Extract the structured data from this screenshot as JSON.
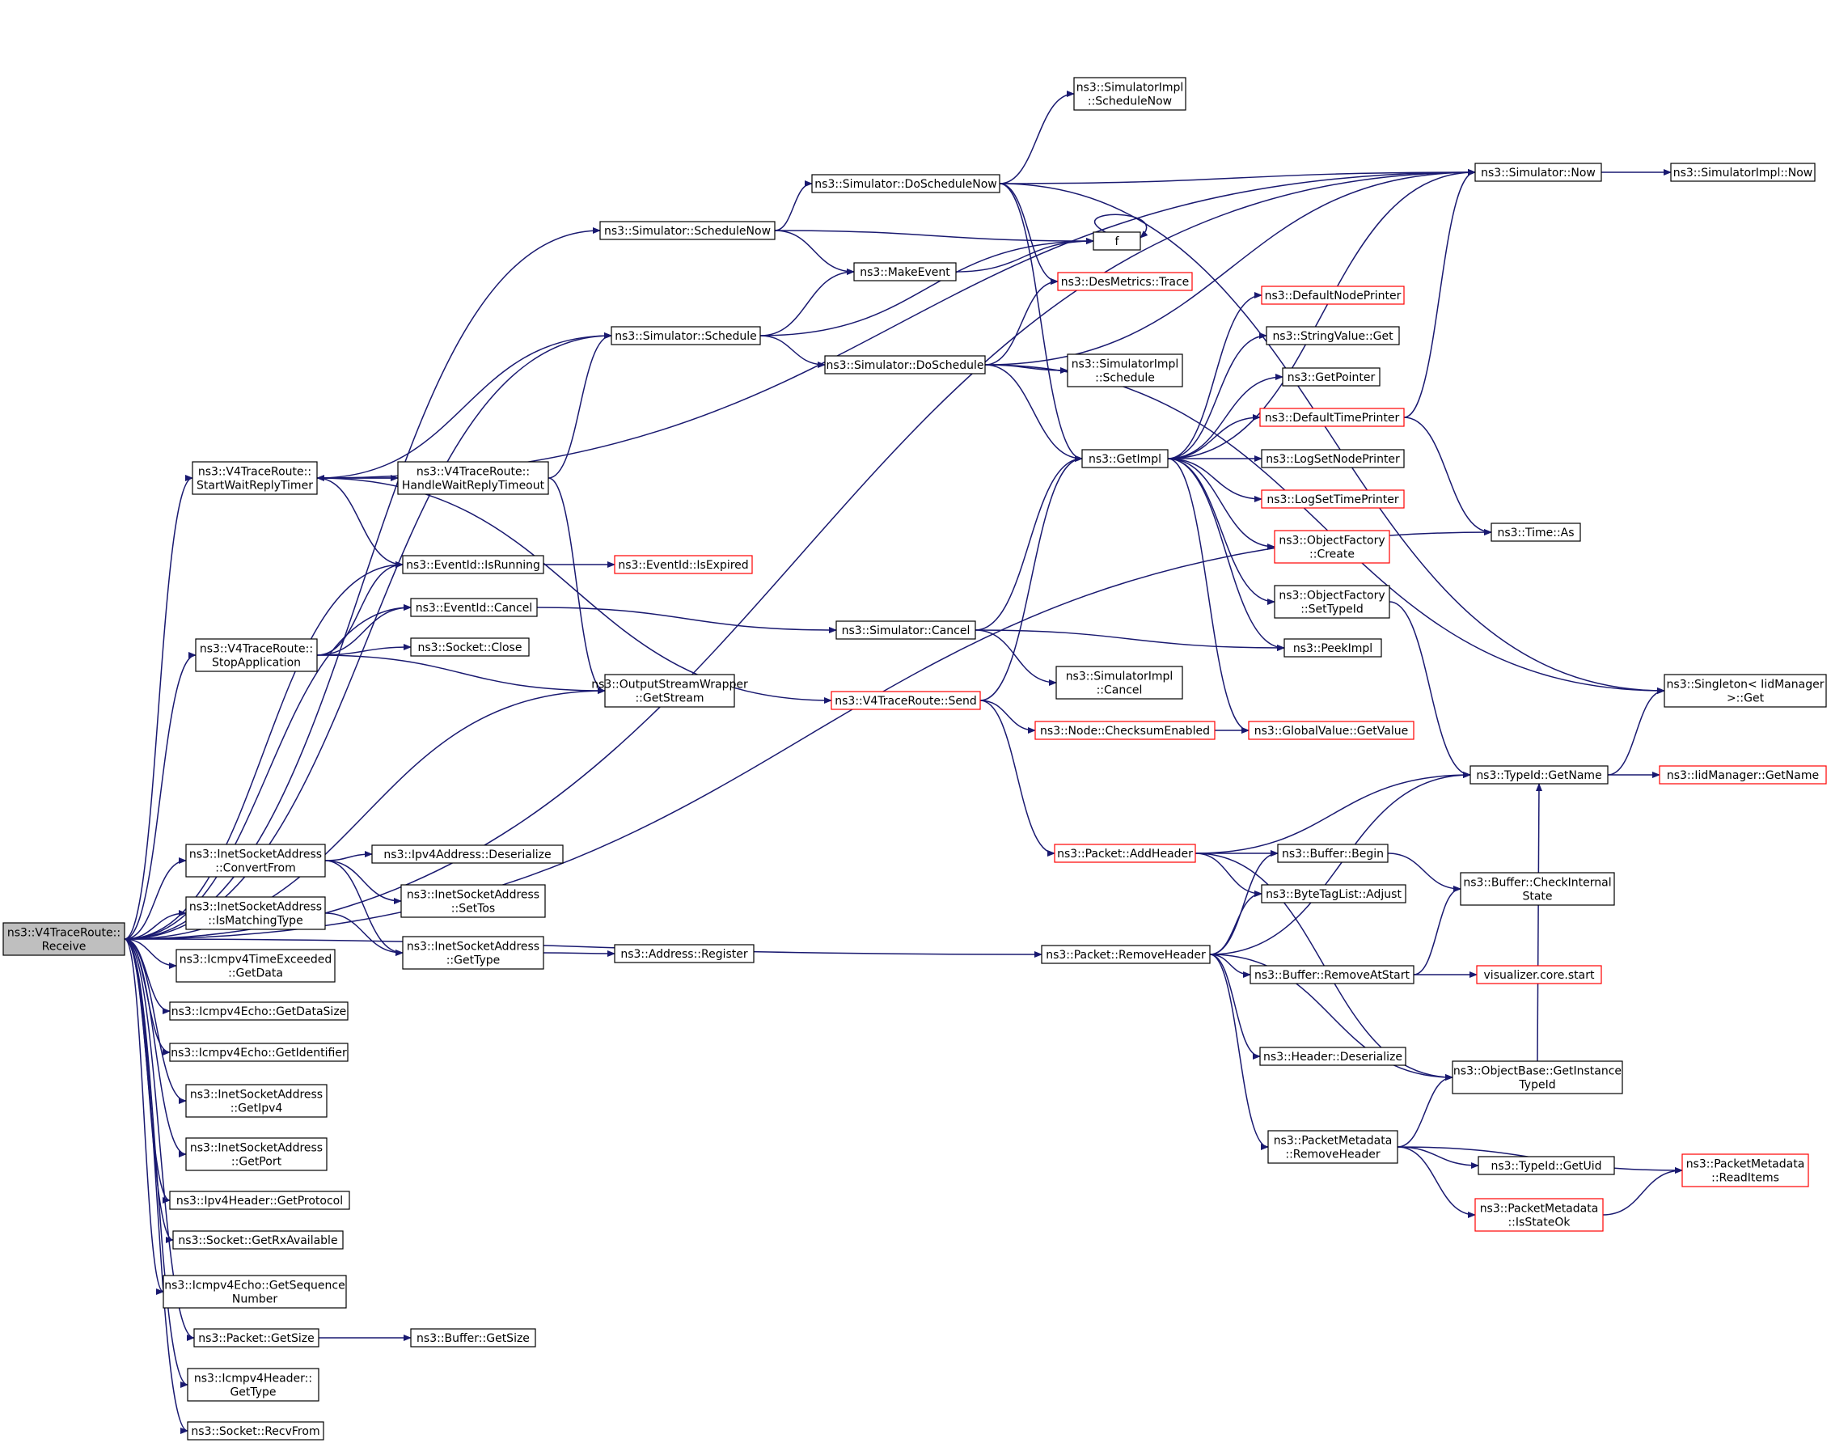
{
  "colors": {
    "edge": "#191970",
    "border_default": "#000000",
    "border_link": "#ff0000",
    "root_fill": "#bfbfbf",
    "node_fill": "#ffffff",
    "text": "#000000"
  },
  "nodes": [
    {
      "id": "root",
      "lines": [
        "ns3::V4TraceRoute::",
        "Receive"
      ],
      "variant": "root"
    },
    {
      "id": "startwait",
      "lines": [
        "ns3::V4TraceRoute::",
        "StartWaitReplyTimer"
      ],
      "variant": "normal"
    },
    {
      "id": "handlewait",
      "lines": [
        "ns3::V4TraceRoute::",
        "HandleWaitReplyTimeout"
      ],
      "variant": "normal"
    },
    {
      "id": "stopapp",
      "lines": [
        "ns3::V4TraceRoute::",
        "StopApplication"
      ],
      "variant": "normal"
    },
    {
      "id": "isrunning",
      "lines": [
        "ns3::EventId::IsRunning"
      ],
      "variant": "normal"
    },
    {
      "id": "isexpired",
      "lines": [
        "ns3::EventId::IsExpired"
      ],
      "variant": "link"
    },
    {
      "id": "evcancel",
      "lines": [
        "ns3::EventId::Cancel"
      ],
      "variant": "normal"
    },
    {
      "id": "sockclose",
      "lines": [
        "ns3::Socket::Close"
      ],
      "variant": "normal"
    },
    {
      "id": "getstream",
      "lines": [
        "ns3::OutputStreamWrapper",
        "::GetStream"
      ],
      "variant": "normal"
    },
    {
      "id": "schednow",
      "lines": [
        "ns3::Simulator::ScheduleNow"
      ],
      "variant": "normal"
    },
    {
      "id": "sched",
      "lines": [
        "ns3::Simulator::Schedule"
      ],
      "variant": "normal"
    },
    {
      "id": "doschednow",
      "lines": [
        "ns3::Simulator::DoScheduleNow"
      ],
      "variant": "normal"
    },
    {
      "id": "implschednow",
      "lines": [
        "ns3::SimulatorImpl",
        "::ScheduleNow"
      ],
      "variant": "normal"
    },
    {
      "id": "makeevent",
      "lines": [
        "ns3::MakeEvent"
      ],
      "variant": "normal"
    },
    {
      "id": "f",
      "lines": [
        "f"
      ],
      "variant": "normal"
    },
    {
      "id": "desmetrics",
      "lines": [
        "ns3::DesMetrics::Trace"
      ],
      "variant": "link"
    },
    {
      "id": "dosched",
      "lines": [
        "ns3::Simulator::DoSchedule"
      ],
      "variant": "normal"
    },
    {
      "id": "implsched",
      "lines": [
        "ns3::SimulatorImpl",
        "::Schedule"
      ],
      "variant": "normal"
    },
    {
      "id": "getimpl",
      "lines": [
        "ns3::GetImpl"
      ],
      "variant": "normal"
    },
    {
      "id": "simnow",
      "lines": [
        "ns3::Simulator::Now"
      ],
      "variant": "normal"
    },
    {
      "id": "implnow",
      "lines": [
        "ns3::SimulatorImpl::Now"
      ],
      "variant": "normal"
    },
    {
      "id": "defnodeprinter",
      "lines": [
        "ns3::DefaultNodePrinter"
      ],
      "variant": "link"
    },
    {
      "id": "strget",
      "lines": [
        "ns3::StringValue::Get"
      ],
      "variant": "normal"
    },
    {
      "id": "getpointer",
      "lines": [
        "ns3::GetPointer"
      ],
      "variant": "normal"
    },
    {
      "id": "deftimeprinter",
      "lines": [
        "ns3::DefaultTimePrinter"
      ],
      "variant": "link"
    },
    {
      "id": "logsetnode",
      "lines": [
        "ns3::LogSetNodePrinter"
      ],
      "variant": "normal"
    },
    {
      "id": "logsettime",
      "lines": [
        "ns3::LogSetTimePrinter"
      ],
      "variant": "link"
    },
    {
      "id": "objcreate",
      "lines": [
        "ns3::ObjectFactory",
        "::Create"
      ],
      "variant": "link"
    },
    {
      "id": "objsettypeid",
      "lines": [
        "ns3::ObjectFactory",
        "::SetTypeId"
      ],
      "variant": "normal"
    },
    {
      "id": "peekimpl",
      "lines": [
        "ns3::PeekImpl"
      ],
      "variant": "normal"
    },
    {
      "id": "simcancel",
      "lines": [
        "ns3::Simulator::Cancel"
      ],
      "variant": "normal"
    },
    {
      "id": "implcancel",
      "lines": [
        "ns3::SimulatorImpl",
        "::Cancel"
      ],
      "variant": "normal"
    },
    {
      "id": "send",
      "lines": [
        "ns3::V4TraceRoute::Send"
      ],
      "variant": "link"
    },
    {
      "id": "checksum",
      "lines": [
        "ns3::Node::ChecksumEnabled"
      ],
      "variant": "link"
    },
    {
      "id": "gvgetvalue",
      "lines": [
        "ns3::GlobalValue::GetValue"
      ],
      "variant": "link"
    },
    {
      "id": "timeas",
      "lines": [
        "ns3::Time::As"
      ],
      "variant": "normal"
    },
    {
      "id": "singleton",
      "lines": [
        "ns3::Singleton< IidManager",
        ">::Get"
      ],
      "variant": "normal"
    },
    {
      "id": "typeidgetname",
      "lines": [
        "ns3::TypeId::GetName"
      ],
      "variant": "normal"
    },
    {
      "id": "iidgetname",
      "lines": [
        "ns3::IidManager::GetName"
      ],
      "variant": "link"
    },
    {
      "id": "convertfrom",
      "lines": [
        "ns3::InetSocketAddress",
        "::ConvertFrom"
      ],
      "variant": "normal"
    },
    {
      "id": "ipv4deser",
      "lines": [
        "ns3::Ipv4Address::Deserialize"
      ],
      "variant": "normal"
    },
    {
      "id": "settos",
      "lines": [
        "ns3::InetSocketAddress",
        "::SetTos"
      ],
      "variant": "normal"
    },
    {
      "id": "ismatching",
      "lines": [
        "ns3::InetSocketAddress",
        "::IsMatchingType"
      ],
      "variant": "normal"
    },
    {
      "id": "inetgettype",
      "lines": [
        "ns3::InetSocketAddress",
        "::GetType"
      ],
      "variant": "normal"
    },
    {
      "id": "addrregister",
      "lines": [
        "ns3::Address::Register"
      ],
      "variant": "normal"
    },
    {
      "id": "icmptimeexc",
      "lines": [
        "ns3::Icmpv4TimeExceeded",
        "::GetData"
      ],
      "variant": "normal"
    },
    {
      "id": "echodatasize",
      "lines": [
        "ns3::Icmpv4Echo::GetDataSize"
      ],
      "variant": "normal"
    },
    {
      "id": "echoident",
      "lines": [
        "ns3::Icmpv4Echo::GetIdentifier"
      ],
      "variant": "normal"
    },
    {
      "id": "getipv4",
      "lines": [
        "ns3::InetSocketAddress",
        "::GetIpv4"
      ],
      "variant": "normal"
    },
    {
      "id": "getport",
      "lines": [
        "ns3::InetSocketAddress",
        "::GetPort"
      ],
      "variant": "normal"
    },
    {
      "id": "ipv4proto",
      "lines": [
        "ns3::Ipv4Header::GetProtocol"
      ],
      "variant": "normal"
    },
    {
      "id": "rxavail",
      "lines": [
        "ns3::Socket::GetRxAvailable"
      ],
      "variant": "normal"
    },
    {
      "id": "echoseq",
      "lines": [
        "ns3::Icmpv4Echo::GetSequence",
        "Number"
      ],
      "variant": "normal"
    },
    {
      "id": "pktgetsize",
      "lines": [
        "ns3::Packet::GetSize"
      ],
      "variant": "normal"
    },
    {
      "id": "bufgetsize",
      "lines": [
        "ns3::Buffer::GetSize"
      ],
      "variant": "normal"
    },
    {
      "id": "icmphdrtype",
      "lines": [
        "ns3::Icmpv4Header::",
        "GetType"
      ],
      "variant": "normal"
    },
    {
      "id": "recvfrom",
      "lines": [
        "ns3::Socket::RecvFrom"
      ],
      "variant": "normal"
    },
    {
      "id": "removeheader",
      "lines": [
        "ns3::Packet::RemoveHeader"
      ],
      "variant": "normal"
    },
    {
      "id": "addheader",
      "lines": [
        "ns3::Packet::AddHeader"
      ],
      "variant": "link"
    },
    {
      "id": "bufbegin",
      "lines": [
        "ns3::Buffer::Begin"
      ],
      "variant": "normal"
    },
    {
      "id": "bytetag",
      "lines": [
        "ns3::ByteTagList::Adjust"
      ],
      "variant": "normal"
    },
    {
      "id": "checkinternal",
      "lines": [
        "ns3::Buffer::CheckInternal",
        "State"
      ],
      "variant": "normal"
    },
    {
      "id": "removeatstart",
      "lines": [
        "ns3::Buffer::RemoveAtStart"
      ],
      "variant": "normal"
    },
    {
      "id": "vizstart",
      "lines": [
        "visualizer.core.start"
      ],
      "variant": "link"
    },
    {
      "id": "hdrdeser",
      "lines": [
        "ns3::Header::Deserialize"
      ],
      "variant": "normal"
    },
    {
      "id": "getinsttype",
      "lines": [
        "ns3::ObjectBase::GetInstance",
        "TypeId"
      ],
      "variant": "normal"
    },
    {
      "id": "pmremovehdr",
      "lines": [
        "ns3::PacketMetadata",
        "::RemoveHeader"
      ],
      "variant": "normal"
    },
    {
      "id": "getuid",
      "lines": [
        "ns3::TypeId::GetUid"
      ],
      "variant": "normal"
    },
    {
      "id": "readitems",
      "lines": [
        "ns3::PacketMetadata",
        "::ReadItems"
      ],
      "variant": "link"
    },
    {
      "id": "isstateok",
      "lines": [
        "ns3::PacketMetadata",
        "::IsStateOk"
      ],
      "variant": "link"
    }
  ],
  "edges": [
    [
      "root",
      "startwait"
    ],
    [
      "root",
      "stopapp"
    ],
    [
      "root",
      "isrunning"
    ],
    [
      "root",
      "evcancel"
    ],
    [
      "root",
      "getstream"
    ],
    [
      "root",
      "schednow"
    ],
    [
      "root",
      "sched"
    ],
    [
      "root",
      "simnow"
    ],
    [
      "root",
      "timeas"
    ],
    [
      "root",
      "removeheader"
    ],
    [
      "root",
      "convertfrom"
    ],
    [
      "root",
      "ismatching"
    ],
    [
      "root",
      "icmptimeexc"
    ],
    [
      "root",
      "echodatasize"
    ],
    [
      "root",
      "echoident"
    ],
    [
      "root",
      "getipv4"
    ],
    [
      "root",
      "getport"
    ],
    [
      "root",
      "ipv4proto"
    ],
    [
      "root",
      "rxavail"
    ],
    [
      "root",
      "echoseq"
    ],
    [
      "root",
      "pktgetsize"
    ],
    [
      "root",
      "icmphdrtype"
    ],
    [
      "root",
      "recvfrom"
    ],
    [
      "startwait",
      "simnow"
    ],
    [
      "startwait",
      "sched"
    ],
    [
      "startwait",
      "handlewait"
    ],
    [
      "startwait",
      "isrunning"
    ],
    [
      "startwait",
      "send"
    ],
    [
      "handlewait",
      "startwait"
    ],
    [
      "handlewait",
      "sched"
    ],
    [
      "handlewait",
      "getstream"
    ],
    [
      "stopapp",
      "isrunning"
    ],
    [
      "stopapp",
      "evcancel"
    ],
    [
      "stopapp",
      "sockclose"
    ],
    [
      "stopapp",
      "getstream"
    ],
    [
      "isrunning",
      "isexpired"
    ],
    [
      "evcancel",
      "simcancel"
    ],
    [
      "schednow",
      "doschednow"
    ],
    [
      "schednow",
      "makeevent"
    ],
    [
      "schednow",
      "f"
    ],
    [
      "sched",
      "makeevent"
    ],
    [
      "sched",
      "f"
    ],
    [
      "sched",
      "dosched"
    ],
    [
      "doschednow",
      "implschednow"
    ],
    [
      "doschednow",
      "simnow"
    ],
    [
      "doschednow",
      "desmetrics"
    ],
    [
      "doschednow",
      "getimpl"
    ],
    [
      "doschednow",
      "singleton"
    ],
    [
      "makeevent",
      "f"
    ],
    [
      "f",
      "f"
    ],
    [
      "dosched",
      "desmetrics"
    ],
    [
      "dosched",
      "simnow"
    ],
    [
      "dosched",
      "implsched"
    ],
    [
      "dosched",
      "getimpl"
    ],
    [
      "dosched",
      "singleton"
    ],
    [
      "getimpl",
      "simnow"
    ],
    [
      "getimpl",
      "defnodeprinter"
    ],
    [
      "getimpl",
      "strget"
    ],
    [
      "getimpl",
      "getpointer"
    ],
    [
      "getimpl",
      "deftimeprinter"
    ],
    [
      "getimpl",
      "logsetnode"
    ],
    [
      "getimpl",
      "logsettime"
    ],
    [
      "getimpl",
      "objcreate"
    ],
    [
      "getimpl",
      "objsettypeid"
    ],
    [
      "getimpl",
      "peekimpl"
    ],
    [
      "getimpl",
      "gvgetvalue"
    ],
    [
      "simnow",
      "implnow"
    ],
    [
      "deftimeprinter",
      "simnow"
    ],
    [
      "deftimeprinter",
      "timeas"
    ],
    [
      "objsettypeid",
      "typeidgetname"
    ],
    [
      "simcancel",
      "getimpl"
    ],
    [
      "simcancel",
      "implcancel"
    ],
    [
      "simcancel",
      "peekimpl"
    ],
    [
      "send",
      "getimpl"
    ],
    [
      "send",
      "checksum"
    ],
    [
      "send",
      "addheader"
    ],
    [
      "checksum",
      "gvgetvalue"
    ],
    [
      "typeidgetname",
      "singleton"
    ],
    [
      "typeidgetname",
      "iidgetname"
    ],
    [
      "convertfrom",
      "ipv4deser"
    ],
    [
      "convertfrom",
      "settos"
    ],
    [
      "convertfrom",
      "inetgettype"
    ],
    [
      "ismatching",
      "inetgettype"
    ],
    [
      "inetgettype",
      "addrregister"
    ],
    [
      "pktgetsize",
      "bufgetsize"
    ],
    [
      "addheader",
      "typeidgetname"
    ],
    [
      "addheader",
      "bufbegin"
    ],
    [
      "addheader",
      "bytetag"
    ],
    [
      "addheader",
      "getinsttype"
    ],
    [
      "removeheader",
      "bufbegin"
    ],
    [
      "removeheader",
      "bytetag"
    ],
    [
      "removeheader",
      "typeidgetname"
    ],
    [
      "removeheader",
      "removeatstart"
    ],
    [
      "removeheader",
      "hdrdeser"
    ],
    [
      "removeheader",
      "getinsttype"
    ],
    [
      "removeheader",
      "pmremovehdr"
    ],
    [
      "bufbegin",
      "checkinternal"
    ],
    [
      "removeatstart",
      "checkinternal"
    ],
    [
      "removeatstart",
      "vizstart"
    ],
    [
      "getinsttype",
      "typeidgetname"
    ],
    [
      "pmremovehdr",
      "getinsttype"
    ],
    [
      "pmremovehdr",
      "getuid"
    ],
    [
      "pmremovehdr",
      "readitems"
    ],
    [
      "pmremovehdr",
      "isstateok"
    ],
    [
      "isstateok",
      "readitems"
    ]
  ]
}
